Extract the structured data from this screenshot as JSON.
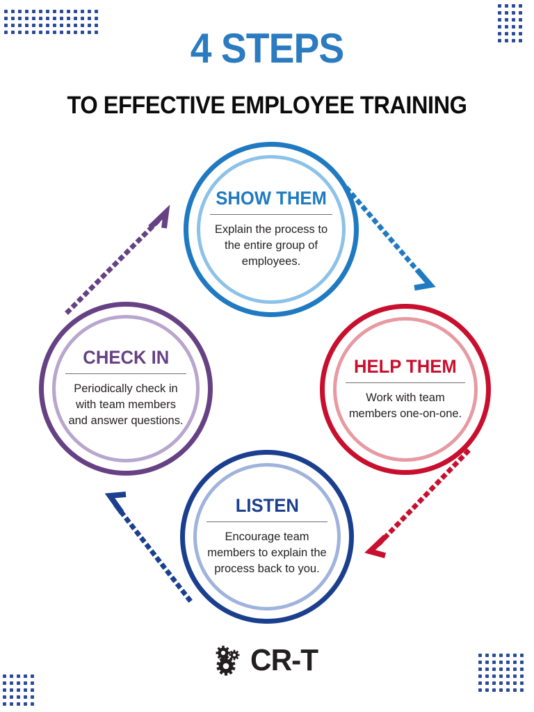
{
  "header": {
    "title_main": "4 STEPS",
    "title_sub": "TO EFFECTIVE EMPLOYEE TRAINING",
    "title_main_color": "#2a7bc0",
    "title_sub_color": "#0b0b0b"
  },
  "steps": [
    {
      "id": "show-them",
      "order": 1,
      "title": "SHOW THEM",
      "body": "Explain the process to the entire group of employees.",
      "position": "top",
      "outer_color": "#1f7ac1",
      "inner_color": "#8dc2e8"
    },
    {
      "id": "help-them",
      "order": 2,
      "title": "HELP THEM",
      "body": "Work with team members one-on-one.",
      "position": "right",
      "outer_color": "#c8102e",
      "inner_color": "#e79aa2"
    },
    {
      "id": "listen",
      "order": 3,
      "title": "LISTEN",
      "body": "Encourage team members to explain the process back to you.",
      "position": "bottom",
      "outer_color": "#1b3f8f",
      "inner_color": "#9fb3dd"
    },
    {
      "id": "check-in",
      "order": 4,
      "title": "CHECK IN",
      "body": "Periodically check in with team members and answer questions.",
      "position": "left",
      "outer_color": "#664184",
      "inner_color": "#b8a6cd"
    }
  ],
  "arrows": [
    {
      "id": "show-to-help",
      "from": "show-them",
      "to": "help-them",
      "color": "#1f7ac1",
      "direction": "down-right"
    },
    {
      "id": "help-to-listen",
      "from": "help-them",
      "to": "listen",
      "color": "#c8102e",
      "direction": "down-left"
    },
    {
      "id": "listen-to-check",
      "from": "listen",
      "to": "check-in",
      "color": "#1b3f8f",
      "direction": "up-left"
    },
    {
      "id": "check-to-show",
      "from": "check-in",
      "to": "show-them",
      "color": "#664184",
      "direction": "up-right"
    }
  ],
  "decor": {
    "dot_color": "#2b4a9b",
    "grids": [
      {
        "id": "top-left",
        "cols": 14,
        "rows": 4
      },
      {
        "id": "top-right",
        "cols": 4,
        "rows": 6
      },
      {
        "id": "bottom-left",
        "cols": 5,
        "rows": 5
      },
      {
        "id": "bottom-right",
        "cols": 7,
        "rows": 6
      }
    ]
  },
  "footer": {
    "logo_text": "CR-T",
    "logo_icon": "gears-icon",
    "logo_color": "#231f20"
  },
  "chart_data": {
    "type": "diagram",
    "diagram_kind": "cycle",
    "title": "4 STEPS TO EFFECTIVE EMPLOYEE TRAINING",
    "node_count": 4,
    "nodes": [
      {
        "label": "SHOW THEM",
        "detail": "Explain the process to the entire group of employees.",
        "color": "#1f7ac1"
      },
      {
        "label": "HELP THEM",
        "detail": "Work with team members one-on-one.",
        "color": "#c8102e"
      },
      {
        "label": "LISTEN",
        "detail": "Encourage team members to explain the process back to you.",
        "color": "#1b3f8f"
      },
      {
        "label": "CHECK IN",
        "detail": "Periodically check in with team members and answer questions.",
        "color": "#664184"
      }
    ],
    "edges": [
      {
        "from": "SHOW THEM",
        "to": "HELP THEM"
      },
      {
        "from": "HELP THEM",
        "to": "LISTEN"
      },
      {
        "from": "LISTEN",
        "to": "CHECK IN"
      },
      {
        "from": "CHECK IN",
        "to": "SHOW THEM"
      }
    ]
  }
}
